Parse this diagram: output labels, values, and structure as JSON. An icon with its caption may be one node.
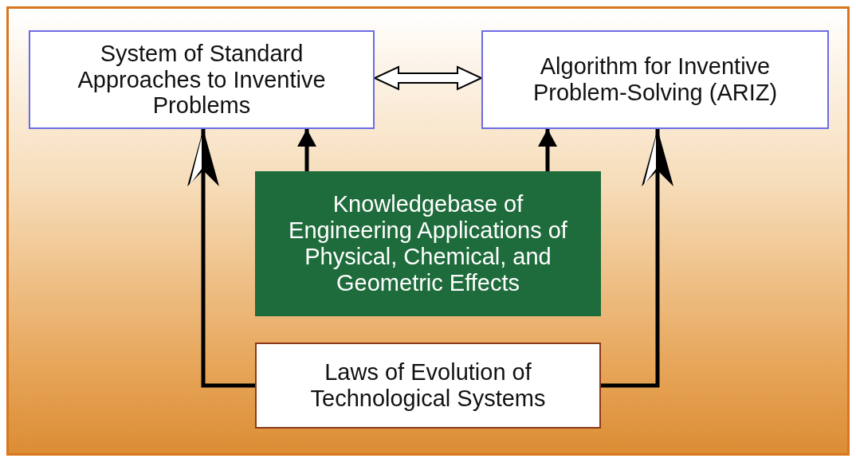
{
  "diagram": {
    "nodes": [
      {
        "text": [
          "System of Standard Approaches to Inventive Problems"
        ]
      },
      {
        "text": [
          "Algorithm for Inventive Problem-Solving (ARIZ)"
        ]
      },
      {
        "text": [
          "Knowledgebase of Engineering Applications of Physical, Chemical, and Geometric Effects"
        ]
      },
      {
        "text": [
          "Laws of Evolution of Technological Systems"
        ]
      }
    ],
    "edges": [
      {
        "from": 0,
        "to": 1,
        "arrow": "both"
      },
      {
        "from": 2,
        "to": 0,
        "arrow": "to"
      },
      {
        "from": 2,
        "to": 1,
        "arrow": "to"
      },
      {
        "from": 3,
        "to": 0,
        "arrow": "to"
      },
      {
        "from": 3,
        "to": 1,
        "arrow": "to"
      }
    ]
  }
}
